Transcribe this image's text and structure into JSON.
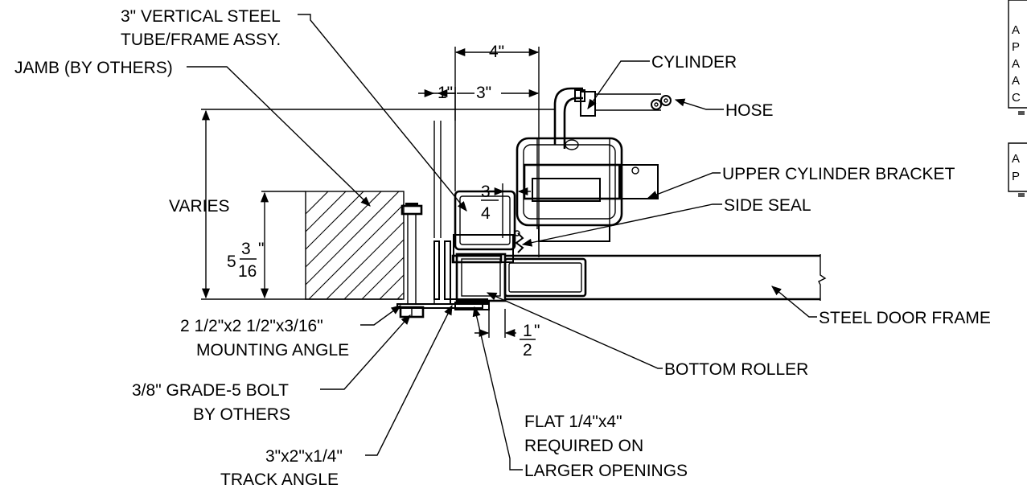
{
  "labels": {
    "steel_tube_line1": "3\" VERTICAL STEEL",
    "steel_tube_line2": "TUBE/FRAME ASSY.",
    "jamb": "JAMB (BY OTHERS)",
    "varies": "VARIES",
    "cylinder": "CYLINDER",
    "hose": "HOSE",
    "upper_bracket": "UPPER CYLINDER BRACKET",
    "side_seal": "SIDE SEAL",
    "steel_door_frame": "STEEL DOOR FRAME",
    "mounting_angle_line1": "2 1/2\"x2 1/2\"x3/16\"",
    "mounting_angle_line2": "MOUNTING ANGLE",
    "bolt_line1": "3/8\" GRADE-5 BOLT",
    "bolt_line2": "BY OTHERS",
    "track_angle_line1": "3\"x2\"x1/4\"",
    "track_angle_line2": "TRACK ANGLE",
    "bottom_roller": "BOTTOM ROLLER",
    "flat_line1": "FLAT 1/4\"x4\"",
    "flat_line2": "REQUIRED ON",
    "flat_line3": "LARGER OPENINGS"
  },
  "dimensions": {
    "four": "4\"",
    "one": "1\"",
    "three": "3\"",
    "three_quarter_num": "3",
    "three_quarter_den": "4",
    "three_quarter_unit": "\"",
    "five_whole": "5",
    "five_num": "3",
    "five_den": "16",
    "five_unit": "\"",
    "half_num": "1",
    "half_den": "2",
    "half_unit": "\""
  },
  "side_notes": [
    {
      "lines": [
        "A",
        "P",
        "A",
        "A",
        "C"
      ]
    },
    {
      "lines": [
        "A",
        "P"
      ]
    }
  ]
}
